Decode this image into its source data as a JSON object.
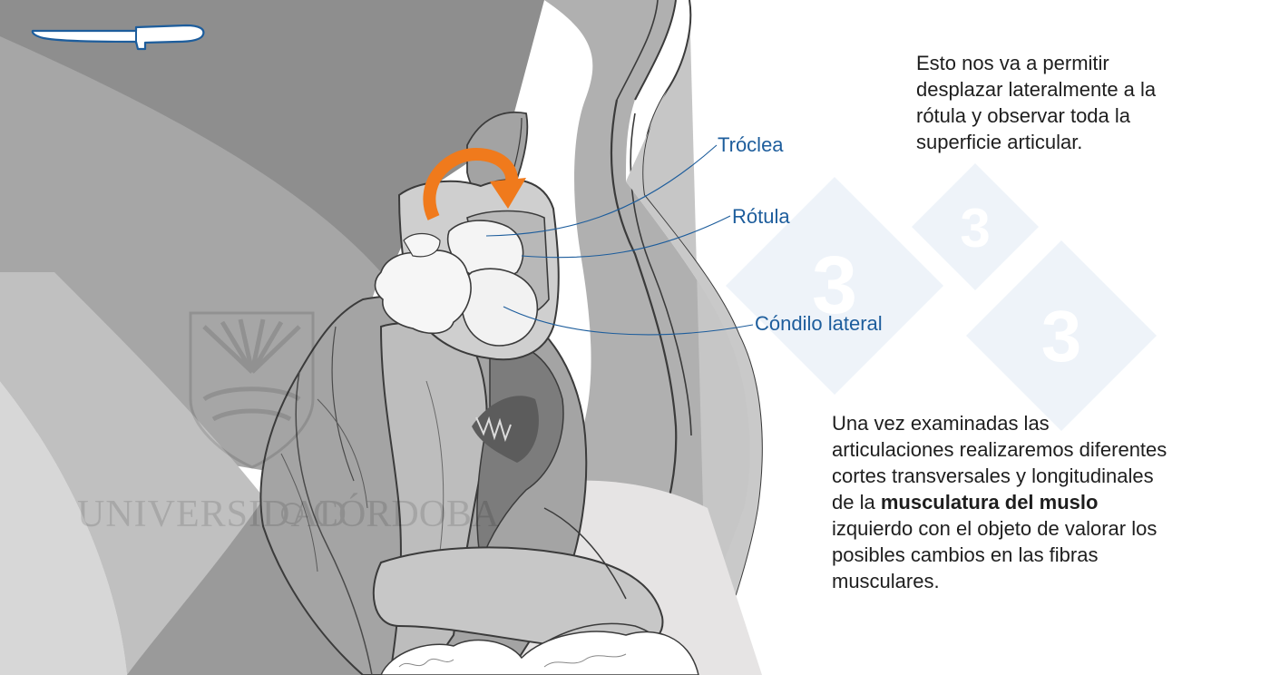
{
  "labels": {
    "troclea": "Tróclea",
    "rotula": "Rótula",
    "condilo_lateral": "Cóndilo lateral"
  },
  "text_top": {
    "lines": [
      "Esto nos va a permitir",
      "desplazar lateralmente a la",
      "rótula y observar toda la",
      "superficie articular."
    ]
  },
  "text_bottom": {
    "line1": "Una vez examinadas las",
    "line2": "articulaciones realizaremos diferentes",
    "line3": "cortes transversales y longitudinales",
    "line4_pre": "de la ",
    "line4_bold": "musculatura del muslo",
    "line5": "izquierdo con el objeto de valorar los",
    "line6": "posibles cambios en las fibras",
    "line7": "musculares."
  },
  "watermark": {
    "university": "UNIVERSIDAD",
    "university_end": "CÓRDOBA",
    "digit": "3"
  },
  "icons": {
    "knife": "knife-icon",
    "rotation_arrow": "rotate-arrow-icon"
  },
  "colors": {
    "label_blue": "#1d5d9c",
    "arrow_orange": "#f07a1c",
    "text_dark": "#1e1e1e"
  }
}
